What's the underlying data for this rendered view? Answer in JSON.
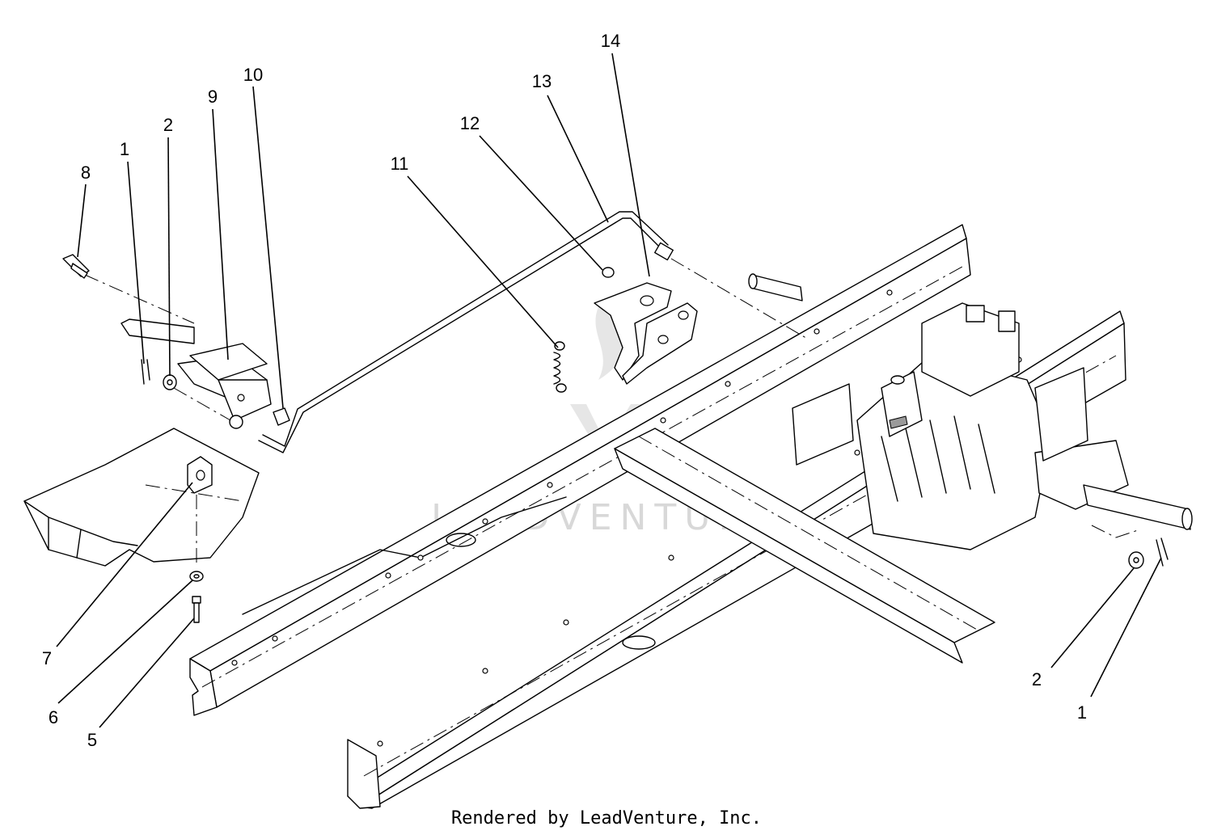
{
  "callouts": [
    {
      "label": "1"
    },
    {
      "label": "2"
    },
    {
      "label": "8"
    },
    {
      "label": "9"
    },
    {
      "label": "10"
    },
    {
      "label": "11"
    },
    {
      "label": "12"
    },
    {
      "label": "13"
    },
    {
      "label": "14"
    },
    {
      "label": "7"
    },
    {
      "label": "6"
    },
    {
      "label": "5"
    },
    {
      "label": "2"
    },
    {
      "label": "1"
    }
  ],
  "watermark": "LEADVENTURE",
  "credit": "Rendered by LeadVenture, Inc.",
  "colors": {
    "line": "#000000",
    "background": "#ffffff",
    "watermark": "#d8d8d8"
  }
}
